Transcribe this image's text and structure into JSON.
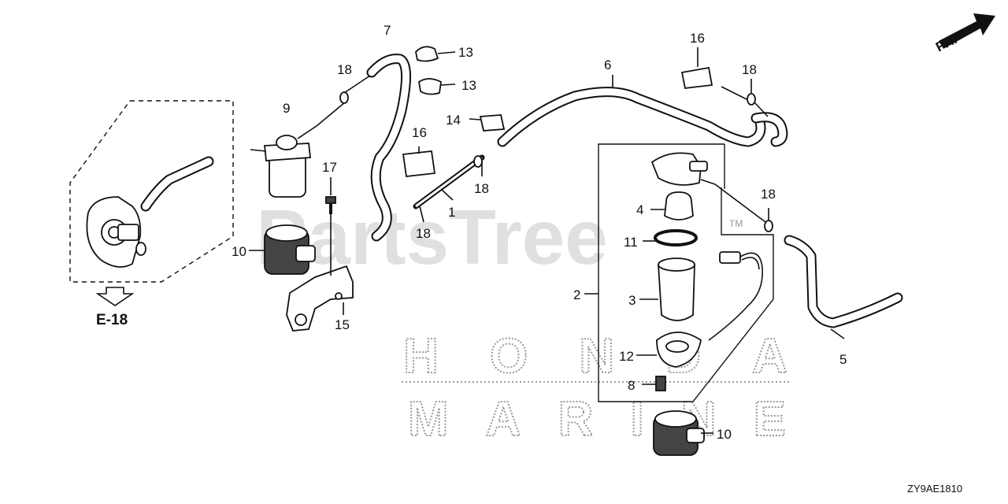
{
  "watermark": {
    "brand": "PartsTree",
    "trademark": "TM",
    "maker_line1": "HONDA",
    "maker_line2": "MARINE"
  },
  "direction_marker": {
    "label": "FR."
  },
  "reference": {
    "label": "E-18"
  },
  "diagram_code": "ZY9AE1810",
  "callouts": [
    {
      "id": "c7",
      "text": "7"
    },
    {
      "id": "c13a",
      "text": "13"
    },
    {
      "id": "c13b",
      "text": "13"
    },
    {
      "id": "c16a",
      "text": "16"
    },
    {
      "id": "c18a",
      "text": "18"
    },
    {
      "id": "c18b",
      "text": "18"
    },
    {
      "id": "c9",
      "text": "9"
    },
    {
      "id": "c6",
      "text": "6"
    },
    {
      "id": "c14",
      "text": "14"
    },
    {
      "id": "c16b",
      "text": "16"
    },
    {
      "id": "c17",
      "text": "17"
    },
    {
      "id": "c18c",
      "text": "18"
    },
    {
      "id": "c1",
      "text": "1"
    },
    {
      "id": "c18d",
      "text": "18"
    },
    {
      "id": "c10a",
      "text": "10"
    },
    {
      "id": "c4",
      "text": "4"
    },
    {
      "id": "c18e",
      "text": "18"
    },
    {
      "id": "c11",
      "text": "11"
    },
    {
      "id": "c2",
      "text": "2"
    },
    {
      "id": "c3",
      "text": "3"
    },
    {
      "id": "c15",
      "text": "15"
    },
    {
      "id": "c12",
      "text": "12"
    },
    {
      "id": "c5",
      "text": "5"
    },
    {
      "id": "c8",
      "text": "8"
    },
    {
      "id": "c10b",
      "text": "10"
    }
  ]
}
